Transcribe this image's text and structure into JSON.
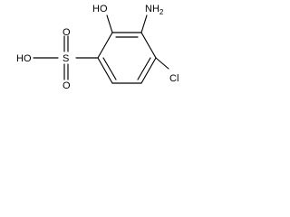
{
  "molecule": {
    "atoms": {
      "ho_sulfonic": "HO",
      "s": "S",
      "o_top": "O",
      "o_bottom": "O",
      "ho_ring": "HO",
      "nh2_n": "NH",
      "nh2_sub": "2",
      "cl": "Cl"
    }
  }
}
